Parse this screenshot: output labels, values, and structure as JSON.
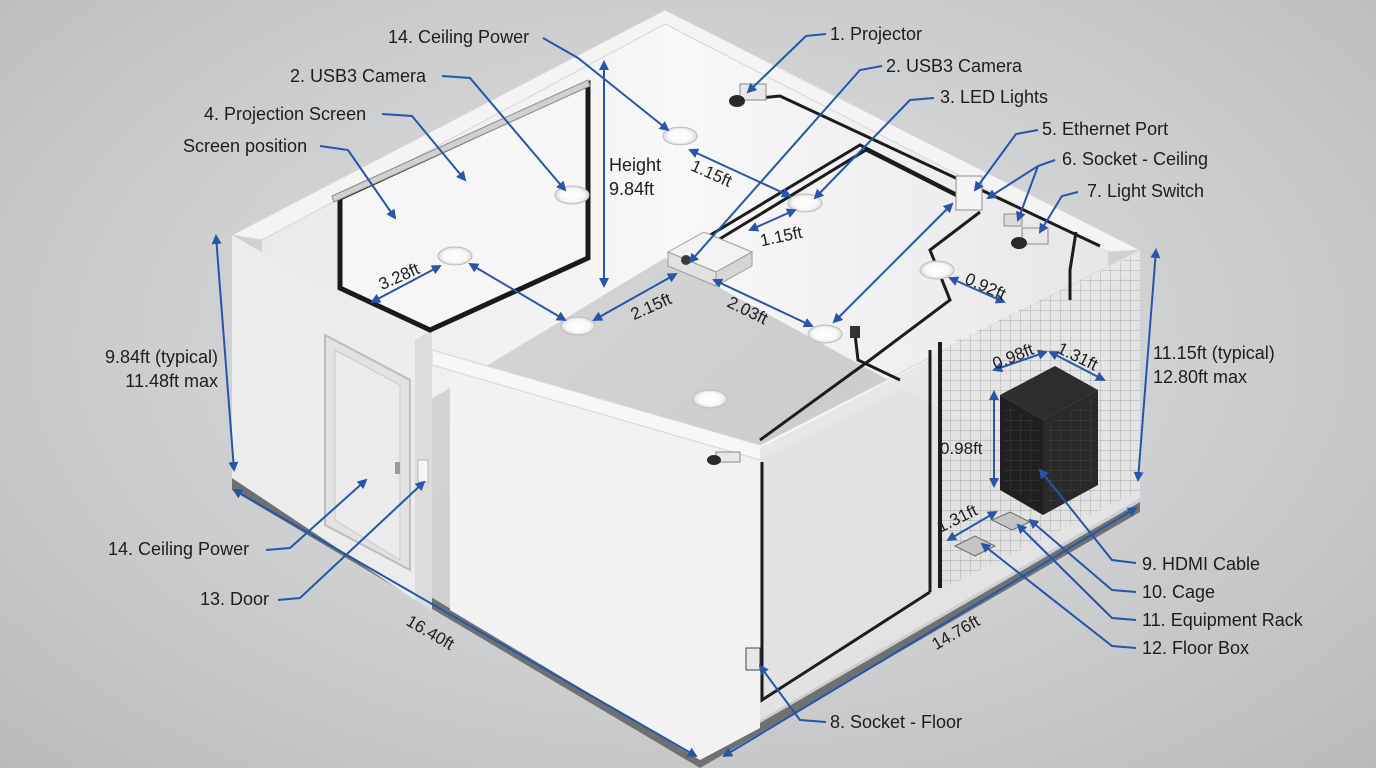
{
  "labels": {
    "ceiling_power_top": "14. Ceiling Power",
    "usb3_camera_left": "2. USB3 Camera",
    "projection_screen": "4. Projection Screen",
    "screen_position": "Screen position",
    "height_label": "Height",
    "height_value": "9.84ft",
    "projector": "1. Projector",
    "usb3_camera_right": "2. USB3 Camera",
    "led_lights": "3. LED Lights",
    "ethernet_port": "5. Ethernet Port",
    "socket_ceiling": "6. Socket - Ceiling",
    "light_switch": "7. Light Switch",
    "wall_left_typical": "9.84ft (typical)",
    "wall_left_max": "11.48ft max",
    "wall_right_typical": "11.15ft (typical)",
    "wall_right_max": "12.80ft max",
    "ceiling_power_bottom": "14. Ceiling Power",
    "door": "13. Door",
    "hdmi_cable": "9. HDMI Cable",
    "cage": "10. Cage",
    "equipment_rack": "11. Equipment Rack",
    "floor_box": "12. Floor Box",
    "socket_floor": "8. Socket - Floor"
  },
  "dimensions": {
    "d_1_15_top": "1.15ft",
    "d_1_15_mid": "1.15ft",
    "d_3_28": "3.28ft",
    "d_2_15": "2.15ft",
    "d_2_03": "2.03ft",
    "d_0_92": "0.92ft",
    "d_0_98_top": "0.98ft",
    "d_1_31_top": "1.31ft",
    "d_0_98_side": "0.98ft",
    "d_1_31_bottom": "1.31ft",
    "d_16_40": "16.40ft",
    "d_14_76": "14.76ft"
  },
  "colors": {
    "arrow": "#2855a8",
    "wall": "#f0f0f0",
    "floor": "#d3d4d5"
  }
}
